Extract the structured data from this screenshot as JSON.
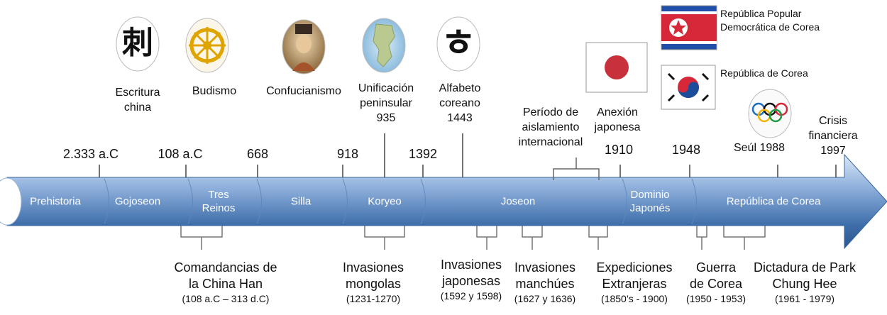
{
  "top_events": [
    {
      "label": "Escritura china",
      "lines": [
        "Escritura",
        "china"
      ]
    },
    {
      "label": "Budismo",
      "lines": [
        "Budismo"
      ]
    },
    {
      "label": "Confucianismo",
      "lines": [
        "Confucianismo"
      ]
    },
    {
      "label": "Unificación peninsular 935",
      "lines": [
        "Unificación",
        "peninsular",
        "935"
      ]
    },
    {
      "label": "Alfabeto coreano 1443",
      "lines": [
        "Alfabeto",
        "coreano",
        "1443"
      ]
    },
    {
      "label": "Período de aislamiento internacional",
      "lines": [
        "Período de",
        "aislamiento",
        "internacional"
      ]
    },
    {
      "label": "Anexión japonesa 1910",
      "lines": [
        "Anexión",
        "japonesa"
      ],
      "year": "1910"
    },
    {
      "label": "Seúl 1988",
      "lines": [
        "Seúl 1988"
      ]
    },
    {
      "label": "Crisis financiera 1997",
      "lines": [
        "Crisis",
        "financiera",
        "1997"
      ]
    }
  ],
  "years": [
    "2.333 a.C",
    "108 a.C",
    "668",
    "918",
    "1392",
    "1948"
  ],
  "eras": [
    {
      "lines": [
        "Prehistoria"
      ]
    },
    {
      "lines": [
        "Gojoseon"
      ]
    },
    {
      "lines": [
        "Tres",
        "Reinos"
      ]
    },
    {
      "lines": [
        "Silla"
      ]
    },
    {
      "lines": [
        "Koryeo"
      ]
    },
    {
      "lines": [
        "Joseon"
      ]
    },
    {
      "lines": [
        "Dominio",
        "Japonés"
      ]
    },
    {
      "lines": [
        "República de Corea"
      ]
    }
  ],
  "flags": {
    "north_label": [
      "República Popular",
      "Democrática de Corea"
    ],
    "south_label": [
      "República de Corea"
    ]
  },
  "icons": {
    "hanja_glyph": "刺",
    "hangul_glyph": "ㅎ"
  },
  "bottom_events": [
    {
      "title": [
        "Comandancias de",
        "la China Han"
      ],
      "sub": "(108 a.C – 313 d.C)"
    },
    {
      "title": [
        "Invasiones",
        "mongolas"
      ],
      "sub": "(1231-1270)"
    },
    {
      "title": [
        "Invasiones",
        "japonesas"
      ],
      "sub": "(1592 y 1598)"
    },
    {
      "title": [
        "Invasiones",
        "manchúes"
      ],
      "sub": "(1627 y 1636)"
    },
    {
      "title": [
        "Expediciones",
        "Extranjeras"
      ],
      "sub": "(1850’s - 1900)"
    },
    {
      "title": [
        "Guerra",
        "de Corea"
      ],
      "sub": "(1950 - 1953)"
    },
    {
      "title": [
        "Dictadura de Park",
        "Chung Hee"
      ],
      "sub": "(1961 - 1979)"
    }
  ],
  "colors": {
    "arrow_light": "#a9c4e6",
    "arrow_dark": "#2f5f9a",
    "flag_red": "#d62839",
    "flag_blue_n": "#1f4fa8",
    "flag_blue_s": "#1b4d9b"
  }
}
